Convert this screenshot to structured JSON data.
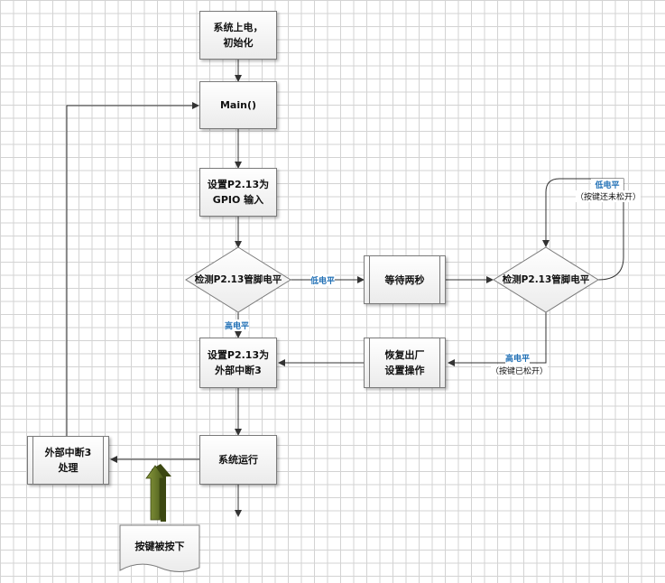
{
  "nodes": {
    "power_on": "系统上电，\n初始化",
    "main": "Main()",
    "set_gpio": "设置P2.13为\nGPIO 输入",
    "detect_1": "检测P2.13管脚电平",
    "wait": "等待两秒",
    "detect_2": "检测P2.13管脚电平",
    "set_int": "设置P2.13为\n外部中断3",
    "restore": "恢复出厂\n设置操作",
    "run": "系统运行",
    "int_handler": "外部中断3\n处理",
    "key_press": "按键被按下"
  },
  "edges": {
    "low_1": "低电平",
    "high_1": "高电平",
    "low_2": "低电平",
    "low_2_sub": "（按键还未松开）",
    "high_2": "高电平",
    "high_2_sub": "（按键已松开）"
  }
}
